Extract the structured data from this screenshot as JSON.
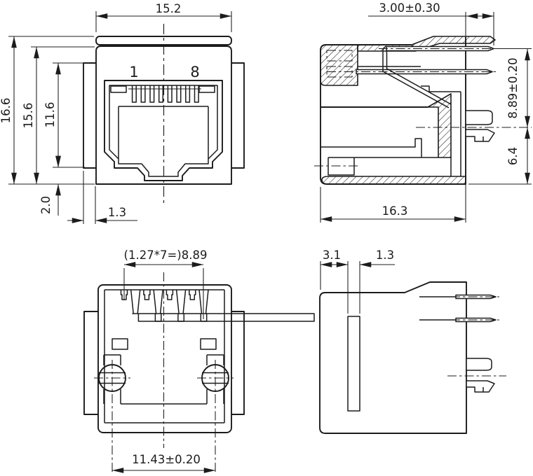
{
  "colors": {
    "line": "#1c1c1c",
    "background": "#ffffff"
  },
  "views": {
    "front": {
      "pin_first": "1",
      "pin_last": "8",
      "dim_width": "15.2",
      "dim_total_height": "16.6",
      "dim_face_height": "15.6",
      "dim_opening_height": "11.6",
      "dim_bottom_step": "2.0",
      "dim_flange_offset": "1.3"
    },
    "section": {
      "dim_pin_protrusion": "3.00±0.30",
      "dim_contact_height": "8.89±0.20",
      "dim_lower_height": "6.4",
      "dim_depth": "16.3"
    },
    "bottom": {
      "dim_contact_span": "(1.27*7=)8.89",
      "dim_post_spacing": "11.43±0.20"
    },
    "side": {
      "dim_slot_offset": "3.1",
      "dim_slot_width": "1.3"
    }
  }
}
